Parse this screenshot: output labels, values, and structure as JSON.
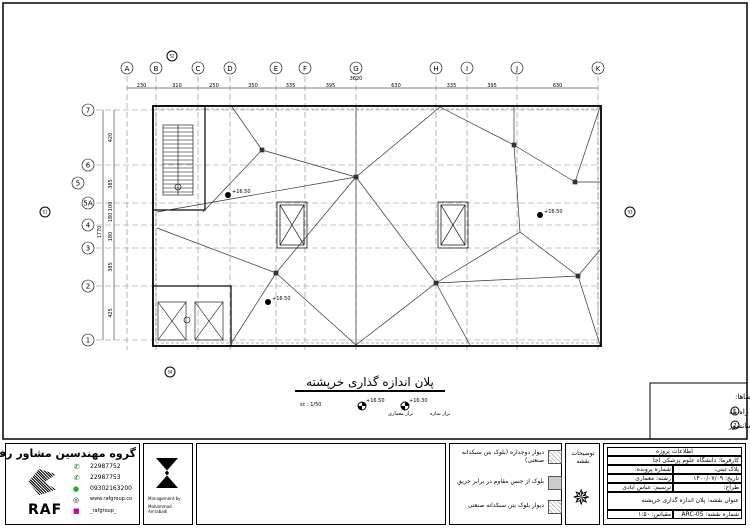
{
  "plan": {
    "title": "پلان اندازه گذاری خرپشته",
    "scale": "sc : 1/50",
    "level_roof": "+16.50",
    "level_roof_label": "تراز معماری",
    "level_struct": "+16.30",
    "level_struct_label": "تراز سازه",
    "spot_levels": [
      "+16.50",
      "+16.50",
      "+16.50"
    ],
    "grid_cols": [
      "A",
      "B",
      "C",
      "D",
      "E",
      "F",
      "G",
      "H",
      "I",
      "J",
      "K"
    ],
    "grid_rows": [
      "7",
      "6",
      "5",
      "5A",
      "4",
      "3",
      "2",
      "1"
    ],
    "col_dims": [
      "230",
      "310",
      "250",
      "350",
      "335",
      "395",
      "630",
      "335",
      "395",
      "630"
    ],
    "total_width": "3620",
    "row_dims": [
      "420",
      "385",
      "100",
      "180",
      "180",
      "385",
      "425"
    ],
    "total_height": "1770",
    "section_marks": [
      "S2",
      "S1",
      "S3",
      "S4"
    ]
  },
  "legend": {
    "title": "راهنمای فضاها:",
    "items": [
      {
        "num": "1",
        "label": "راه پله"
      },
      {
        "num": "2",
        "label": "اتاق آسانسور"
      }
    ]
  },
  "company": {
    "name": "گروه مهندسین مشاور رف",
    "logo_text": "RAF",
    "phone1": "22987752",
    "phone2": "22987753",
    "whatsapp": "09302163200",
    "web": "www.rafgroup.co",
    "instagram": "_rafgroup_"
  },
  "management": {
    "label": "Management by",
    "name": "Mohammad Amrabadi"
  },
  "notes": {
    "title": "توضیحات نقشه",
    "items": [
      "دیوار دوجداره (بلوک بتن سبکدانه صنعتی)",
      "بلوک از جنس مقاوم در برابر حریق",
      "دیوار بلوک بتن سبکدانه صنعتی"
    ]
  },
  "project": {
    "title": "اطلاعات پروژه",
    "client": "کارفرما: دانشگاه علوم پزشکی آجا",
    "plaque": "پلاک ثبتی:",
    "file_no": "شماره پرونده:",
    "date": "تاریخ: ۱۴۰۰/۰۷/۰۹",
    "discipline": "رشته:  معماری",
    "designer": "طراح:",
    "drafter": "ترسیم: عباس آبادی",
    "drawing_title": "عنوان نقشه: پلان اندازه گذاری خرپشته",
    "drawing_no": "شماره نقشه:  ARC-05",
    "scale": "مقیاس: ۱:۵۰"
  }
}
